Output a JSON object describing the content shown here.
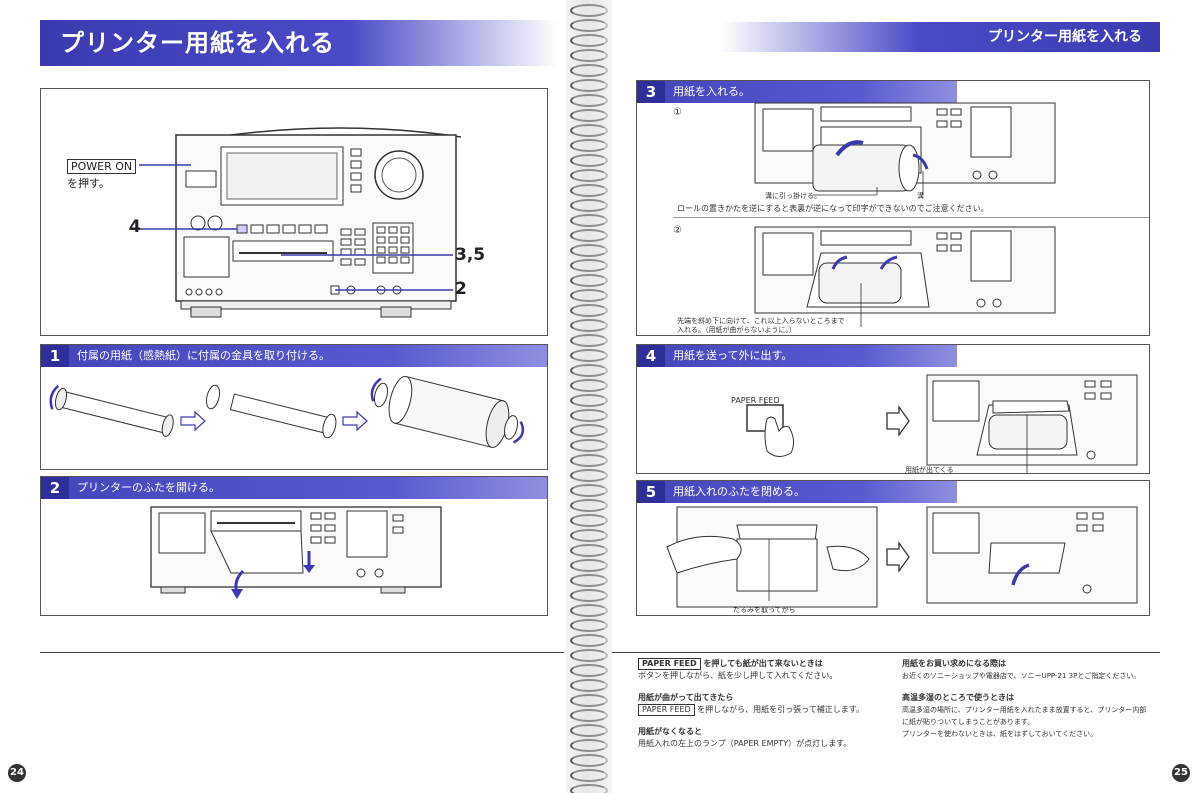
{
  "left_page": {
    "title": "プリンター用紙を入れる",
    "power_on_label": "POWER ON",
    "power_on_caption": "を押す。",
    "callouts": {
      "c4": "4",
      "c35": "3,5",
      "c2": "2"
    },
    "step1": {
      "num": "1",
      "text": "付属の用紙（感熱紙）に付属の金具を取り付ける。"
    },
    "step2": {
      "num": "2",
      "text": "プリンターのふたを開ける。"
    },
    "page_number": "24",
    "notes": [
      {
        "key": "PAPER FEED",
        "title_rest": "を押しても紙が出て来ないときは",
        "body": "ボタンを押しながら、紙を少し押して入れてください。"
      },
      {
        "title": "用紙が曲がって出てきたら",
        "key": "PAPER FEED",
        "body_rest": "を押しながら、用紙を引っ張って補正します。"
      },
      {
        "title": "用紙がなくなると",
        "body": "用紙入れの左上のランプ（PAPER EMPTY）が点灯します。"
      }
    ]
  },
  "right_page": {
    "title": "プリンター用紙を入れる",
    "step3": {
      "num": "3",
      "text": "用紙を入れる。",
      "sub1": "①",
      "sub1_cap_a": "溝に引っ掛ける。",
      "sub1_cap_b": "溝",
      "sub1_note": "ロールの置きかたを逆にすると表裏が逆になって印字ができないのでご注意ください。",
      "sub2": "②",
      "sub2_note_line1": "先端を斜め下に向けて、これ以上入らないところまで",
      "sub2_note_line2": "入れる。（用紙が曲がらないように。）"
    },
    "step4": {
      "num": "4",
      "text": "用紙を送って外に出す。",
      "button_label": "PAPER FEED",
      "caption": "用紙が出てくる"
    },
    "step5": {
      "num": "5",
      "text": "用紙入れのふたを閉める。",
      "caption": "たるみを取ってから"
    },
    "page_number": "25",
    "notes": [
      {
        "title": "用紙をお買い求めになる際は",
        "body": "お近くのソニーショップや電器店で、ソニーUPP-21 3Pとご指定ください。"
      },
      {
        "title": "高温多湿のところで使うときは",
        "body_line1": "高温多湿の場所に、プリンター用紙を入れたまま放置すると、プリンター内部",
        "body_line2": "に紙が貼りついてしまうことがあります。",
        "body_line3": "プリンターを使わないときは、紙をはずしておいてください。"
      }
    ]
  },
  "colors": {
    "accent": "#4444bb",
    "accent_dark": "#2f2f9a"
  }
}
